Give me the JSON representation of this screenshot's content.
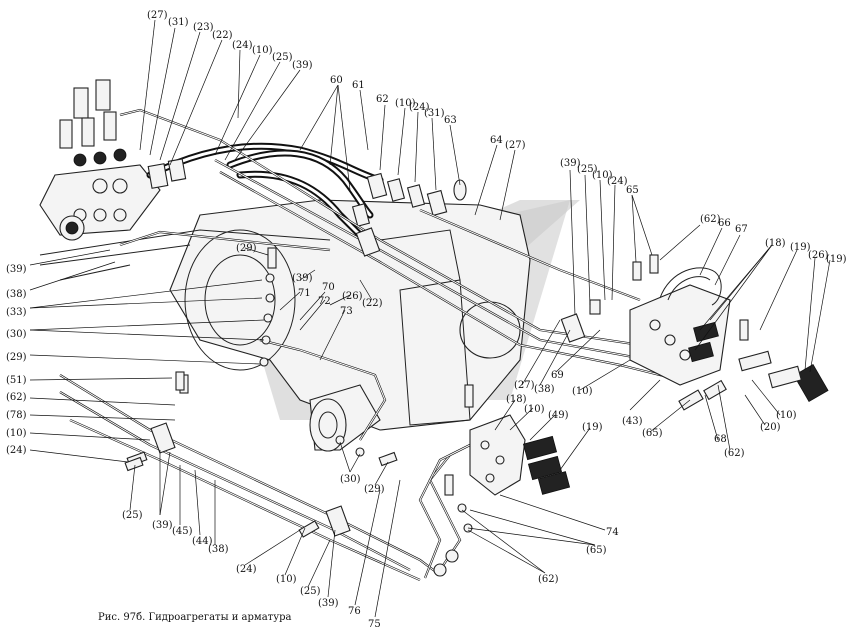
{
  "figure": {
    "caption": "Рис. 97б. Гидроагрегаты и арматура"
  },
  "callouts": [
    "(27)",
    "(31)",
    "(23)",
    "(22)",
    "(24)",
    "(10)",
    "(25)",
    "(39)",
    "60",
    "61",
    "62",
    "(10)",
    "(24)",
    "(31)",
    "63",
    "64",
    "(27)",
    "(39)",
    "(25)",
    "(10)",
    "(24)",
    "65",
    "(62)",
    "66",
    "67",
    "(18)",
    "(19)",
    "(26)",
    "(19)",
    "(39)",
    "(38)",
    "(33)",
    "(30)",
    "(29)",
    "(51)",
    "(62)",
    "(78)",
    "(10)",
    "(24)",
    "(29)",
    "(39)",
    "71",
    "70",
    "(26)",
    "72",
    "(22)",
    "73",
    "(27)",
    "(38)",
    "69",
    "(10)",
    "(43)",
    "(65)",
    "68",
    "(62)",
    "(20)",
    "(10)",
    "(18)",
    "(10)",
    "(49)",
    "(19)",
    "(30)",
    "(29)",
    "(25)",
    "(39)",
    "(45)",
    "(44)",
    "(38)",
    "(24)",
    "(10)",
    "(25)",
    "(39)",
    "74",
    "(65)",
    "(62)",
    "76",
    "75"
  ]
}
